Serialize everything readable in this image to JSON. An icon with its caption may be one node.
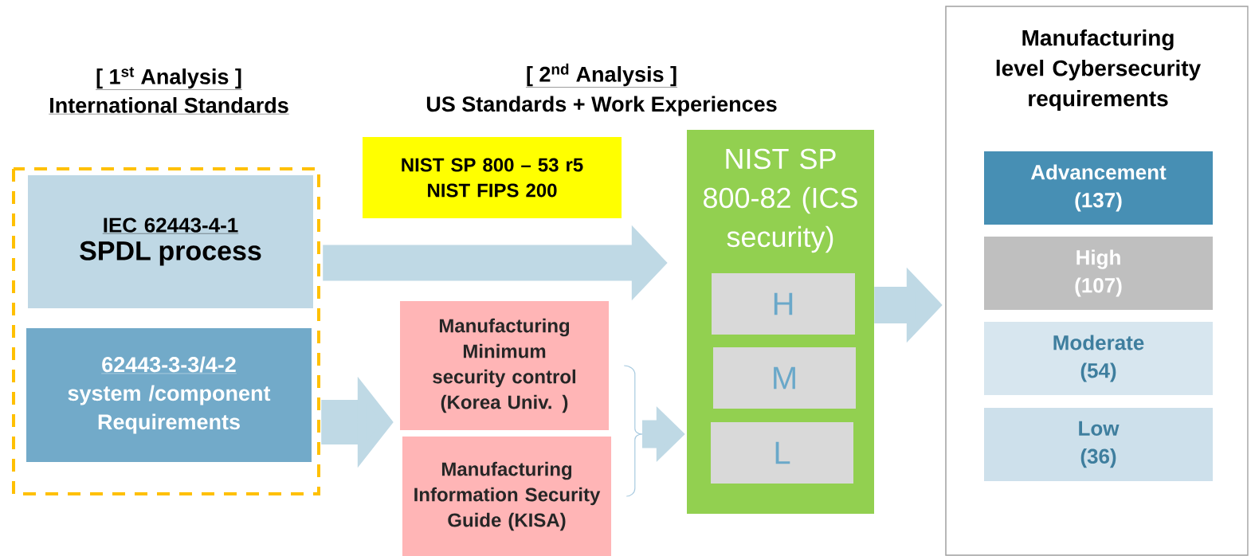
{
  "diagram": {
    "nodes": [
      {
        "text": [
          "[ 1$^{st}$ Analysis ]",
          "International Standards"
        ]
      },
      {
        "text": [
          "IEC 62443-4-1",
          "SPDL process"
        ],
        "in": 0
      },
      {
        "text": [
          "62443-3-3/4-2",
          "system /component Requirements"
        ],
        "in": 0
      },
      {
        "text": [
          "NIST SP 800 – 53 r5",
          "NIST FIPS 200"
        ]
      },
      {
        "text": [
          "Manufacturing Minimum security control (Korea Univ. )"
        ]
      },
      {
        "text": [
          "Manufacturing Information Security Guide (KISA)"
        ]
      },
      {
        "text": [
          "NIST SP 800-82 (ICS security)"
        ]
      },
      {
        "text": [
          "H"
        ],
        "in": 6
      },
      {
        "text": [
          "M"
        ],
        "in": 6
      },
      {
        "text": [
          "L"
        ],
        "in": 6
      },
      {
        "text": [
          "Manufacturing level Cybersecurity requirements"
        ]
      },
      {
        "text": [
          "Advancement",
          "(137)"
        ],
        "in": 10
      },
      {
        "text": [
          "High",
          "(107)"
        ],
        "in": 10
      },
      {
        "text": [
          "Moderate",
          "(54)"
        ],
        "in": 10
      },
      {
        "text": [
          "Low",
          "(36)"
        ],
        "in": 10
      }
    ],
    "edges": [
      {
        "from": 1,
        "to": 6,
        "arrow": "to"
      },
      {
        "from": 2,
        "to": 4,
        "arrow": "to"
      },
      {
        "from": 4,
        "to": 6,
        "arrow": "to"
      },
      {
        "from": 5,
        "to": 6,
        "arrow": "to"
      },
      {
        "from": 6,
        "to": 10,
        "arrow": "to"
      }
    ],
    "labels": [
      "[ 2$^{nd}$ Analysis ]",
      "US Standards + Work Experiences"
    ]
  }
}
